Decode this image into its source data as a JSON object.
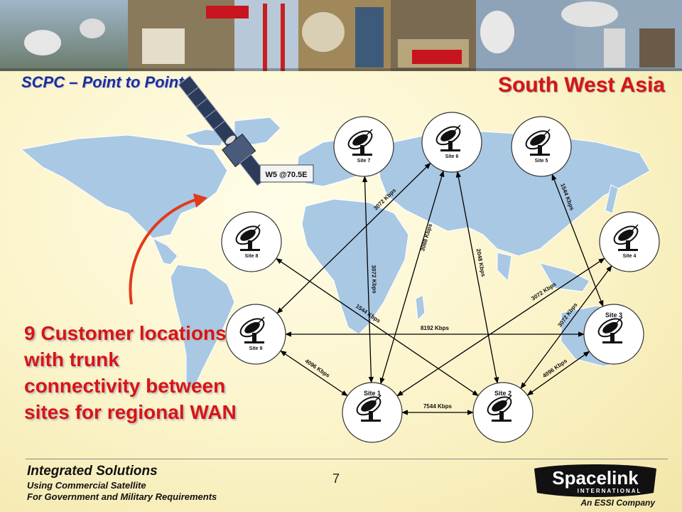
{
  "header": {
    "section_title": "SCPC – Point to Point",
    "region_title": "South West Asia"
  },
  "satellite": {
    "label": "W5 @70.5E"
  },
  "sites": [
    {
      "id": "site7",
      "label": "Site 7"
    },
    {
      "id": "site6",
      "label": "Site 6"
    },
    {
      "id": "site5",
      "label": "Site 5"
    },
    {
      "id": "site8",
      "label": "Site 8"
    },
    {
      "id": "site4",
      "label": "Site 4"
    },
    {
      "id": "site9",
      "label": "Site 9"
    },
    {
      "id": "site3",
      "label": "Site 3"
    },
    {
      "id": "site1",
      "label": "Site 1"
    },
    {
      "id": "site2",
      "label": "Site 2"
    }
  ],
  "links": [
    {
      "from": "site9",
      "to": "site6",
      "label": "3072 Kbps"
    },
    {
      "from": "site7",
      "to": "site1",
      "label": "3072 Kbps"
    },
    {
      "from": "site8",
      "to": "site2",
      "label": "1544 Kbps"
    },
    {
      "from": "site6",
      "to": "site1",
      "label": "3088 Kbps"
    },
    {
      "from": "site6",
      "to": "site2",
      "label": "2048 Kbps"
    },
    {
      "from": "site5",
      "to": "site3",
      "label": "1544 Kbps"
    },
    {
      "from": "site1",
      "to": "site4",
      "label": "3072 Kbps"
    },
    {
      "from": "site2",
      "to": "site4",
      "label": "3072 Kbps"
    },
    {
      "from": "site9",
      "to": "site3",
      "label": "8192 Kbps"
    },
    {
      "from": "site9",
      "to": "site1",
      "label": "4096 Kbps"
    },
    {
      "from": "site1",
      "to": "site2",
      "label": "7544 Kbps"
    },
    {
      "from": "site2",
      "to": "site3",
      "label": "4096 Kbps"
    }
  ],
  "callout": "9 Customer locations with trunk connectivity between sites for regional WAN",
  "footer": {
    "title": "Integrated Solutions",
    "subtitle_1": "Using Commercial Satellite",
    "subtitle_2": "For Government and Military Requirements",
    "page_number": "7",
    "logo_main": "Spacelink",
    "logo_sub": "INTERNATIONAL",
    "company": "An ESSI Company"
  },
  "colors": {
    "title_blue": "#1a2f9c",
    "accent_red": "#d81414",
    "map_blue": "#a8c8e4",
    "link_black": "#000000"
  },
  "icons": [
    "satellite-icon",
    "dish-icon"
  ]
}
